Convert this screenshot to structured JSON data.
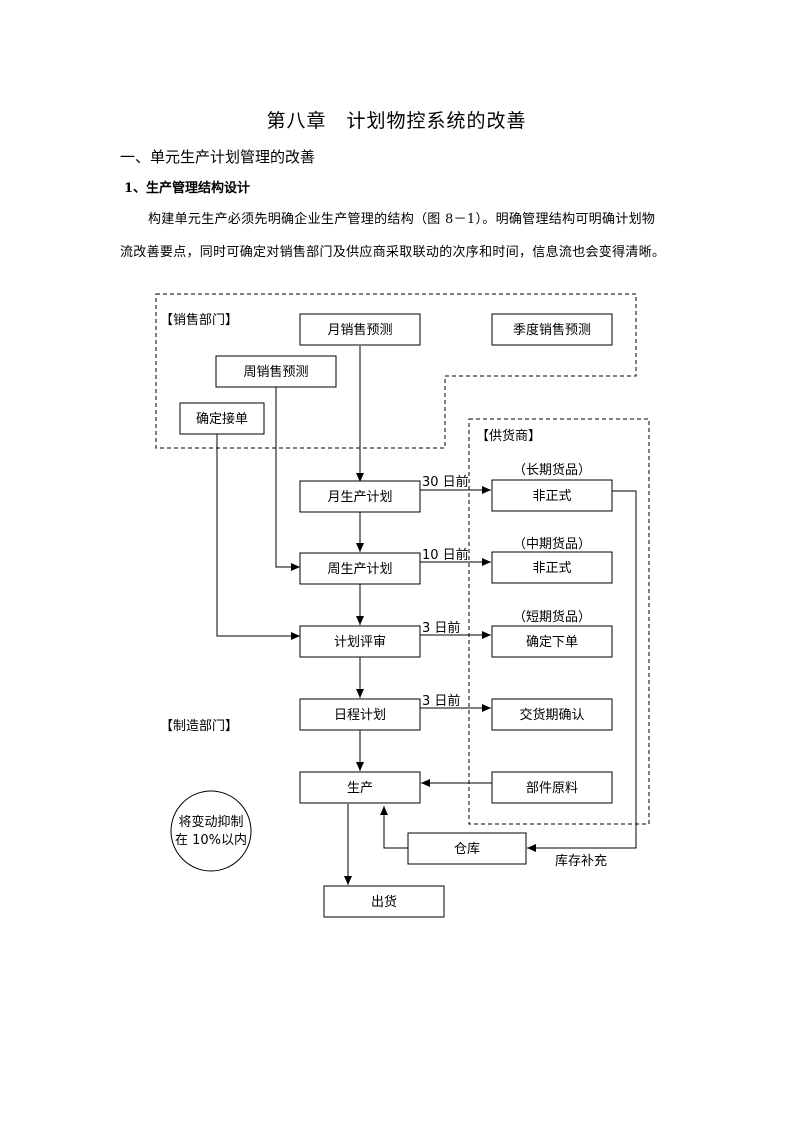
{
  "document": {
    "chapter_title": "第八章　计划物控系统的改善",
    "section_heading": "一、单元生产计划管理的改善",
    "subsection_heading": "1、生产管理结构设计",
    "paragraph_line1": "构建单元生产必须先明确企业生产管理的结构（图 8－1）。明确管理结构可明确计划物",
    "paragraph_line2": "流改善要点，同时可确定对销售部门及供应商采取联动的次序和时间，信息流也会变得清晰。"
  },
  "flowchart": {
    "regions": {
      "sales": "【销售部门】",
      "supplier": "【供货商】",
      "manufacturing": "【制造部门】"
    },
    "boxes": {
      "monthly_forecast": "月销售预测",
      "quarterly_forecast": "季度销售预测",
      "weekly_forecast": "周销售预测",
      "order_confirm": "确定接单",
      "monthly_plan": "月生产计划",
      "weekly_plan": "周生产计划",
      "plan_review": "计划评审",
      "schedule_plan": "日程计划",
      "production": "生产",
      "shipping": "出货",
      "warehouse": "仓库",
      "informal_long": "非正式",
      "informal_mid": "非正式",
      "confirm_order": "确定下单",
      "delivery_confirm": "交货期确认",
      "parts_materials": "部件原料"
    },
    "labels": {
      "long_term_goods": "（长期货品）",
      "mid_term_goods": "（中期货品）",
      "short_term_goods": "（短期货品）",
      "days_30": "30 日前",
      "days_10": "10 日前",
      "days_3a": "3 日前",
      "days_3b": "3 日前",
      "inventory_replenish": "库存补充"
    },
    "circle_note": {
      "line1": "将变动抑制",
      "line2": "在 10%以内"
    }
  }
}
